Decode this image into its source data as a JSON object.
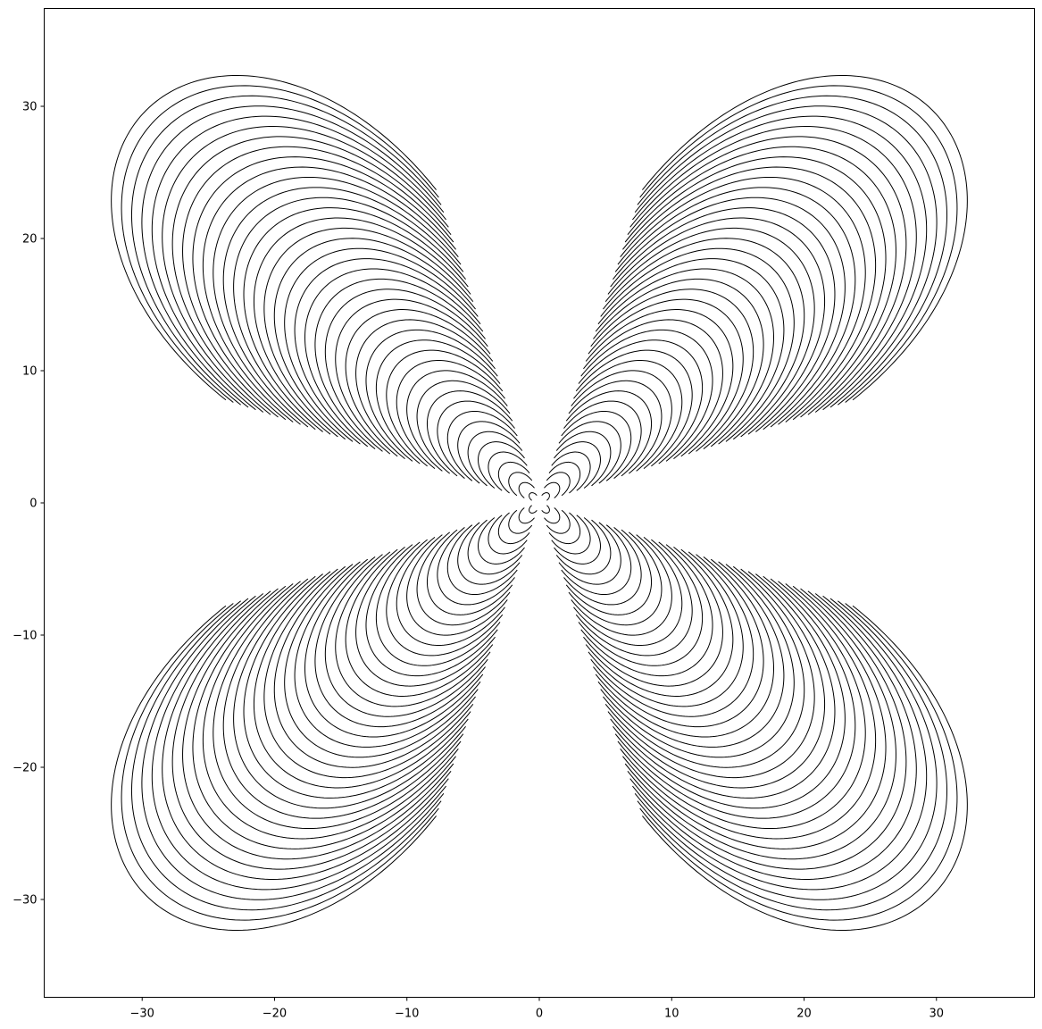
{
  "chart_data": {
    "type": "line",
    "title": "",
    "xlabel": "",
    "ylabel": "",
    "xlim": [
      -37.4,
      37.4
    ],
    "ylim": [
      -37.4,
      37.4
    ],
    "grid": false,
    "legend": "none",
    "x_ticks": [
      {
        "value": -30,
        "label": "−30"
      },
      {
        "value": -20,
        "label": "−20"
      },
      {
        "value": -10,
        "label": "−10"
      },
      {
        "value": 0,
        "label": "0"
      },
      {
        "value": 10,
        "label": "10"
      },
      {
        "value": 20,
        "label": "20"
      },
      {
        "value": 30,
        "label": "30"
      }
    ],
    "y_ticks": [
      {
        "value": -30,
        "label": "−30"
      },
      {
        "value": -20,
        "label": "−20"
      },
      {
        "value": -10,
        "label": "−10"
      },
      {
        "value": 0,
        "label": "0"
      },
      {
        "value": 10,
        "label": "10"
      },
      {
        "value": 20,
        "label": "20"
      },
      {
        "value": 30,
        "label": "30"
      }
    ],
    "series_description": "Family of four-petal polar curves r = k * sin(2*theta), clipped so each petal spans |angle| from 0.32 rad to 1.25 rad about its diagonal",
    "curve_family": {
      "k_values_start": 1,
      "k_values_end": 42,
      "k_step": 1,
      "theta_start_deg": 18.2,
      "theta_end_deg": 71.8,
      "petal_quadrants": [
        "upper-right",
        "upper-left",
        "lower-left",
        "lower-right"
      ]
    },
    "line_color": "#000000"
  }
}
